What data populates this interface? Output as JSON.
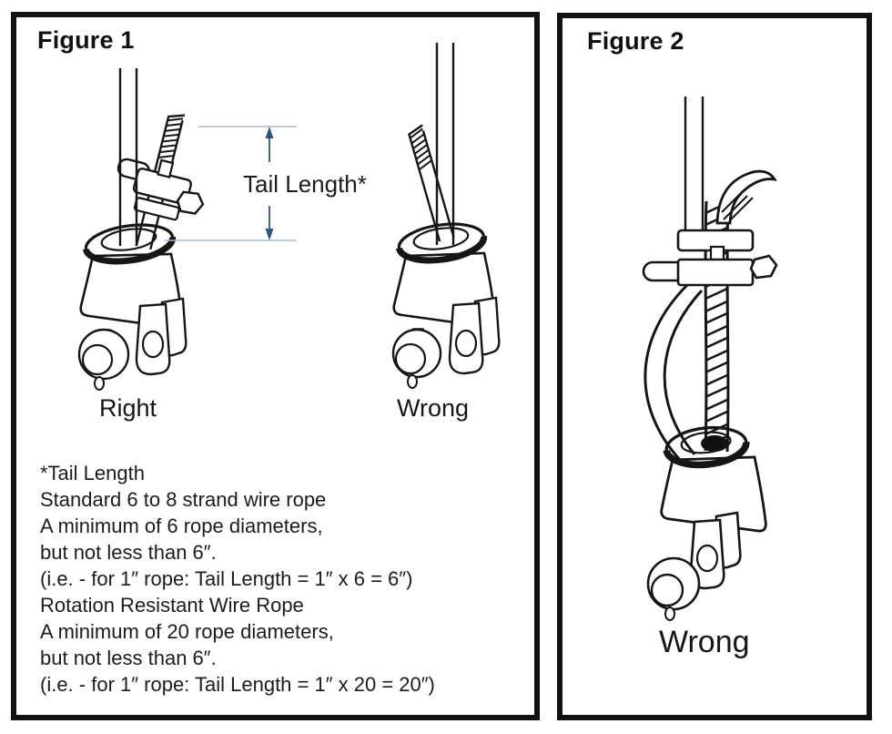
{
  "figure1": {
    "title": "Figure 1",
    "dimension_label": "Tail Length*",
    "labels": {
      "right": "Right",
      "wrong": "Wrong"
    },
    "notes": [
      "*Tail Length",
      "Standard 6 to 8 strand wire rope",
      "A minimum of 6 rope diameters,",
      "but not less than 6″.",
      "(i.e. - for 1″ rope: Tail Length = 1″ x 6 = 6″)",
      "Rotation Resistant Wire Rope",
      "A minimum of 20 rope diameters,",
      "but not less than 6″.",
      "(i.e. - for 1″ rope: Tail Length = 1″ x 20 = 20″)"
    ]
  },
  "figure2": {
    "title": "Figure 2",
    "labels": {
      "wrong": "Wrong"
    }
  },
  "colors": {
    "ink": "#161616",
    "panel_border": "#111111",
    "dimension_line": "#a6bad2",
    "dimension_arrow": "#2a5787"
  }
}
